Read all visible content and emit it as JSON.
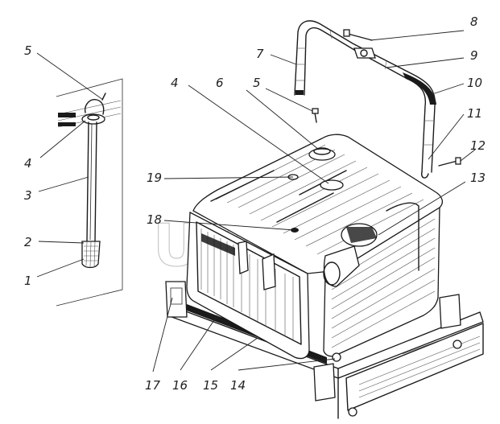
{
  "watermark": "UZ",
  "callouts": [
    {
      "id": "c5a",
      "text": "5"
    },
    {
      "id": "c4a",
      "text": "4"
    },
    {
      "id": "c3",
      "text": "3"
    },
    {
      "id": "c2",
      "text": "2"
    },
    {
      "id": "c1",
      "text": "1"
    },
    {
      "id": "c4b",
      "text": "4"
    },
    {
      "id": "c6",
      "text": "6"
    },
    {
      "id": "c5b",
      "text": "5"
    },
    {
      "id": "c7",
      "text": "7"
    },
    {
      "id": "c8",
      "text": "8"
    },
    {
      "id": "c9",
      "text": "9"
    },
    {
      "id": "c10",
      "text": "10"
    },
    {
      "id": "c11",
      "text": "11"
    },
    {
      "id": "c12",
      "text": "12"
    },
    {
      "id": "c13",
      "text": "13"
    },
    {
      "id": "c19",
      "text": "19"
    },
    {
      "id": "c18",
      "text": "18"
    },
    {
      "id": "c17",
      "text": "17"
    },
    {
      "id": "c16",
      "text": "16"
    },
    {
      "id": "c15",
      "text": "15"
    },
    {
      "id": "c14",
      "text": "14"
    }
  ]
}
